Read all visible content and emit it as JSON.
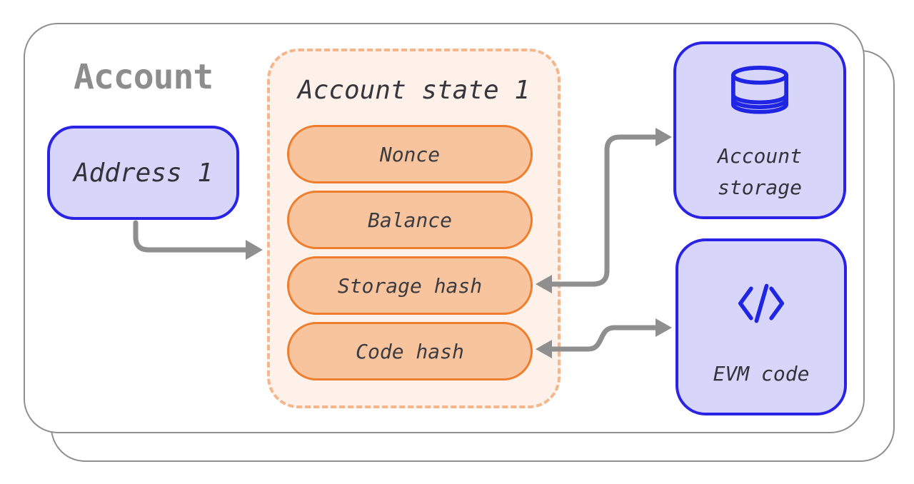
{
  "diagram": {
    "container_title": "Account",
    "address_box": {
      "label": "Address 1"
    },
    "state_box": {
      "title": "Account state 1",
      "fields": [
        "Nonce",
        "Balance",
        "Storage hash",
        "Code hash"
      ]
    },
    "account_storage_box": {
      "label_line1": "Account",
      "label_line2": "storage",
      "icon": "database-icon"
    },
    "evm_code_box": {
      "label": "EVM code",
      "icon": "code-icon"
    },
    "colors": {
      "container_border_gray": "#8f8f8f",
      "title_gray": "#8d8d8d",
      "lavender_fill": "#d7d6fa",
      "blue_border": "#2a22e5",
      "icon_blue": "#1f25e3",
      "state_fill": "#fdf1e9",
      "state_dashed_border": "#f6b68c",
      "pill_fill": "#f8c49d",
      "pill_border": "#ee7d2e",
      "arrow_gray": "#8f8f8f",
      "text_dark": "#36363d"
    }
  }
}
